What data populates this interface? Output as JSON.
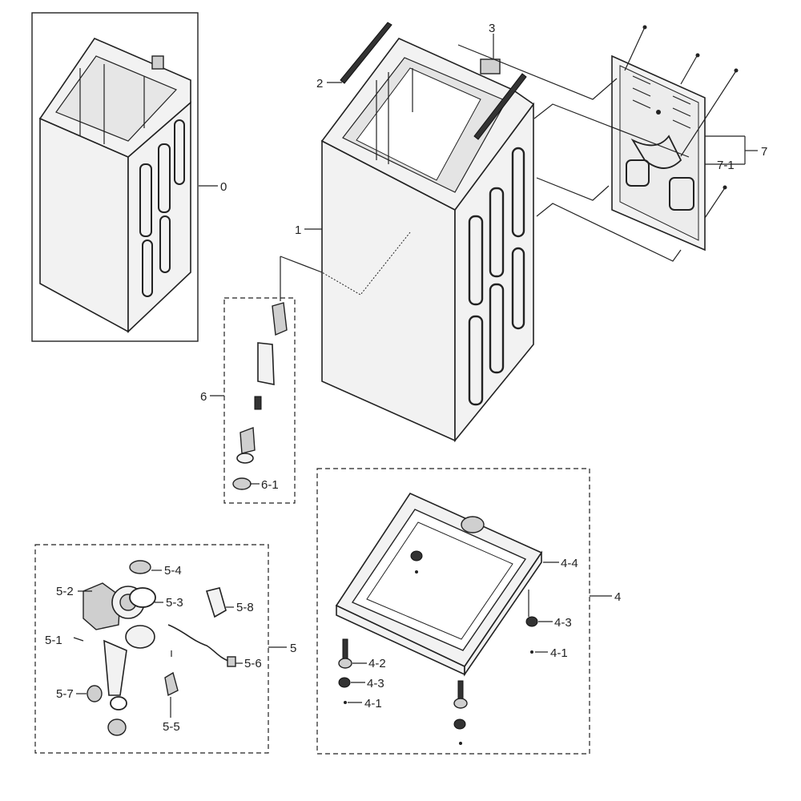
{
  "diagram": {
    "labels": {
      "l0": "0",
      "l1": "1",
      "l2": "2",
      "l3": "3",
      "l4": "4",
      "l4_1a": "4-1",
      "l4_1b": "4-1",
      "l4_2": "4-2",
      "l4_3a": "4-3",
      "l4_3b": "4-3",
      "l4_4": "4-4",
      "l5": "5",
      "l5_1": "5-1",
      "l5_2": "5-2",
      "l5_3": "5-3",
      "l5_4": "5-4",
      "l5_5": "5-5",
      "l5_6": "5-6",
      "l5_7": "5-7",
      "l5_8": "5-8",
      "l6": "6",
      "l6_1": "6-1",
      "l7": "7",
      "l7_1": "7-1"
    }
  }
}
